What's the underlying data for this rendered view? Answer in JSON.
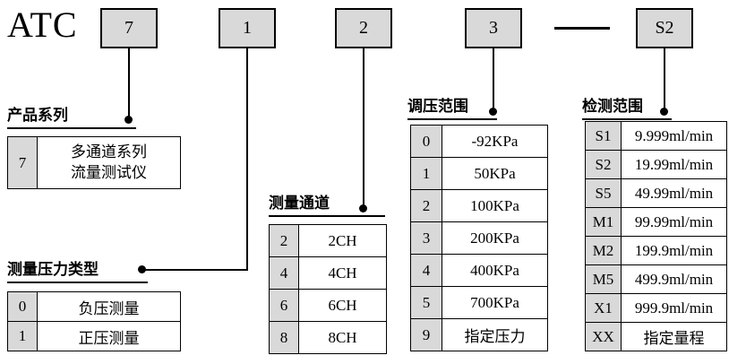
{
  "model": {
    "prefix": "ATC",
    "segments": [
      "7",
      "1",
      "2",
      "3",
      "S2"
    ],
    "separator": "—"
  },
  "tables": {
    "series": {
      "title": "产品系列",
      "rows": [
        {
          "code": "7",
          "value": "多通道系列\n流量测试仪"
        }
      ]
    },
    "pressure_type": {
      "title": "测量压力类型",
      "rows": [
        {
          "code": "0",
          "value": "负压测量"
        },
        {
          "code": "1",
          "value": "正压测量"
        }
      ]
    },
    "channels": {
      "title": "测量通道",
      "rows": [
        {
          "code": "2",
          "value": "2CH"
        },
        {
          "code": "4",
          "value": "4CH"
        },
        {
          "code": "6",
          "value": "6CH"
        },
        {
          "code": "8",
          "value": "8CH"
        }
      ]
    },
    "pressure_range": {
      "title": "调压范围",
      "rows": [
        {
          "code": "0",
          "value": "-92KPa"
        },
        {
          "code": "1",
          "value": "50KPa"
        },
        {
          "code": "2",
          "value": "100KPa"
        },
        {
          "code": "3",
          "value": "200KPa"
        },
        {
          "code": "4",
          "value": "400KPa"
        },
        {
          "code": "5",
          "value": "700KPa"
        },
        {
          "code": "9",
          "value": "指定压力"
        }
      ]
    },
    "detection_range": {
      "title": "检测范围",
      "rows": [
        {
          "code": "S1",
          "value": "9.999ml/min"
        },
        {
          "code": "S2",
          "value": "19.99ml/min"
        },
        {
          "code": "S5",
          "value": "49.99ml/min"
        },
        {
          "code": "M1",
          "value": "99.99ml/min"
        },
        {
          "code": "M2",
          "value": "199.9ml/min"
        },
        {
          "code": "M5",
          "value": "499.9ml/min"
        },
        {
          "code": "X1",
          "value": "999.9ml/min"
        },
        {
          "code": "XX",
          "value": "指定量程"
        }
      ]
    }
  },
  "colors": {
    "box_fill": "#d9d9d9",
    "line": "#000000",
    "background": "#ffffff"
  }
}
